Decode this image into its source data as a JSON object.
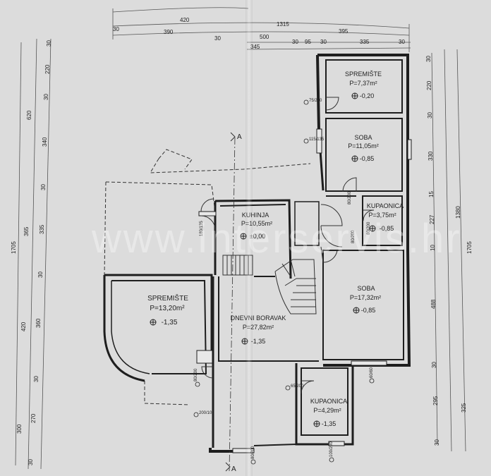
{
  "colors": {
    "paper": "#dcdcdc",
    "wall": "#1e1e1e",
    "thin": "#333333",
    "dim": "#555555"
  },
  "watermark": "www.interservis.hr",
  "section_marker": "A",
  "top_dimensions": {
    "row1": [
      "420"
    ],
    "row2": [
      "1315"
    ],
    "row3": [
      "30",
      "390",
      "30",
      "395"
    ],
    "row4": [
      "500"
    ],
    "row5": [
      "345",
      "30",
      "95",
      "30",
      "335",
      "30"
    ]
  },
  "left_dimensions": {
    "outer": "1705",
    "mid": [
      "620",
      "365",
      "420",
      "300"
    ],
    "inner": [
      "30",
      "220",
      "30",
      "340",
      "30",
      "335",
      "30",
      "360",
      "30",
      "270",
      "30"
    ]
  },
  "right_dimensions": {
    "outer": "1705",
    "mid": [
      "1380",
      "325"
    ],
    "inner": [
      "30",
      "220",
      "30",
      "330",
      "15",
      "227",
      "10",
      "488",
      "30",
      "295",
      "30"
    ]
  },
  "rooms": [
    {
      "name": "SPREMIŠTE",
      "area": "P=7,37m²",
      "level": "-0,20"
    },
    {
      "name": "SOBA",
      "area": "P=11,05m²",
      "level": "-0,85"
    },
    {
      "name": "KUPAONICA",
      "area": "P=3,75m²",
      "level": "-0,85"
    },
    {
      "name": "KUHINJA",
      "area": "P=10,55m²",
      "level": "±0,00"
    },
    {
      "name": "SOBA",
      "area": "P=17,32m²",
      "level": "-0,85"
    },
    {
      "name": "SPREMIŠTE",
      "area": "P=13,20m²",
      "level": "-1,35"
    },
    {
      "name": "DNEVNI BORAVAK",
      "area": "P=27,82m²",
      "level": "-1,35"
    },
    {
      "name": "KUPAONICA",
      "area": "P=4,29m²",
      "level": "-1,35"
    }
  ],
  "openings": [
    "75/200",
    "115/135",
    "80/200",
    "80/200",
    "180/135",
    "80/200",
    "60/60",
    "65/200",
    "80/200",
    "200/100",
    "80/200",
    "100/200"
  ]
}
